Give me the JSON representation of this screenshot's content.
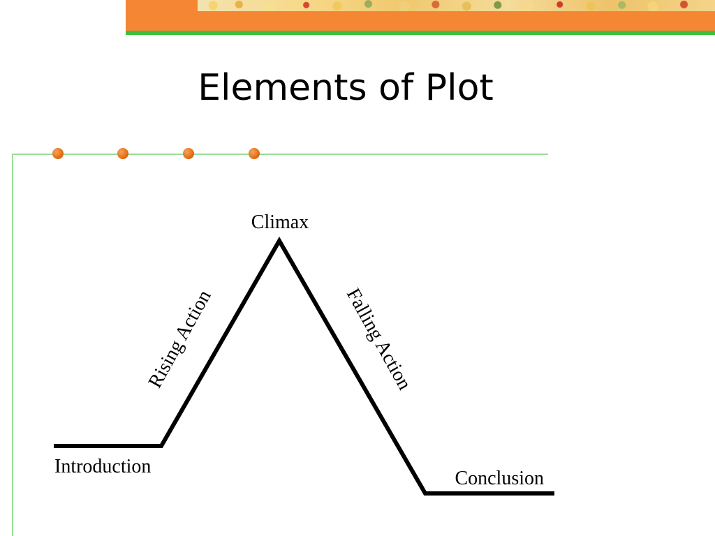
{
  "slide": {
    "title": "Elements of Plot"
  },
  "diagram": {
    "labels": {
      "climax": "Climax",
      "rising_action": "Rising Action",
      "falling_action": "Falling Action",
      "introduction": "Introduction",
      "conclusion": "Conclusion"
    }
  },
  "colors": {
    "banner_orange": "#f58634",
    "banner_green": "#3cc03c",
    "frame_green": "#99dd99",
    "bullet_orange": "#e06a10",
    "line": "#000000"
  }
}
